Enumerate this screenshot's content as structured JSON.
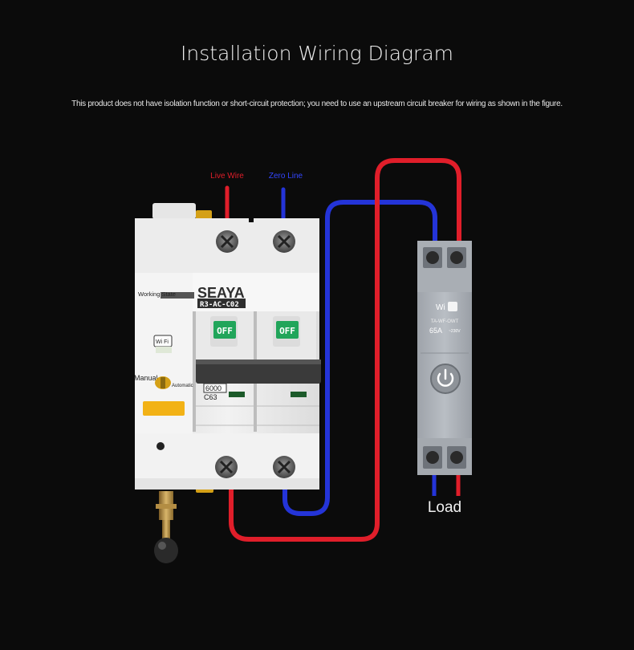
{
  "header": {
    "title": "Installation Wiring Diagram",
    "subtitle": "This product does not have isolation function or short-circuit protection; you need to use an upstream circuit breaker for wiring as shown in the figure."
  },
  "wires": {
    "live_label": "Live Wire",
    "zero_label": "Zero Line",
    "live_color": "#e01e2a",
    "zero_color": "#2434d8"
  },
  "breaker": {
    "brand": "SEAYA",
    "model": "R3-AC-C02",
    "working_state_label": "Working State",
    "wifi_badge": "Wi Fi",
    "switch_labels": [
      "OFF",
      "OFF"
    ],
    "mode_manual": "Manual",
    "mode_auto": "Automatic",
    "rating_box": "6000",
    "rating_curve": "C63"
  },
  "module": {
    "wifi_label": "Wi",
    "model": "TA-WF-OWT",
    "current": "65A",
    "voltage": "~230V",
    "load_label": "Load"
  },
  "icons": {
    "power": "power-icon",
    "wifi": "wifi-icon"
  }
}
